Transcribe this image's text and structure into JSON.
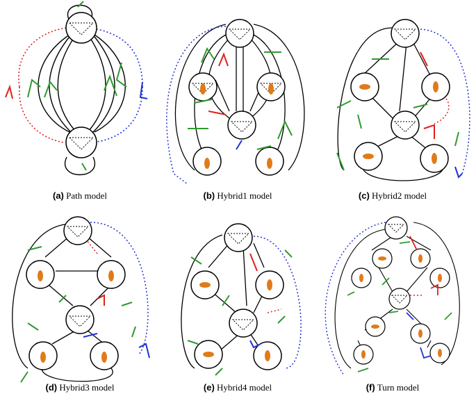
{
  "panels": [
    {
      "letter": "(a)",
      "name": "Path model"
    },
    {
      "letter": "(b)",
      "name": "Hybrid1 model"
    },
    {
      "letter": "(c)",
      "name": "Hybrid2 model"
    },
    {
      "letter": "(d)",
      "name": "Hybrid3 model"
    },
    {
      "letter": "(e)",
      "name": "Hybrid4 model"
    },
    {
      "letter": "(f)",
      "name": "Turn model"
    }
  ],
  "colors": {
    "stroke": "#000000",
    "red": "#e0201b",
    "blue": "#1f2fd6",
    "green": "#2e9a2e",
    "rat": "#e07b1a"
  },
  "icons": [
    "maze-state-node",
    "rat-icon",
    "forward-arrow-icon",
    "turn-arrow-icon"
  ]
}
